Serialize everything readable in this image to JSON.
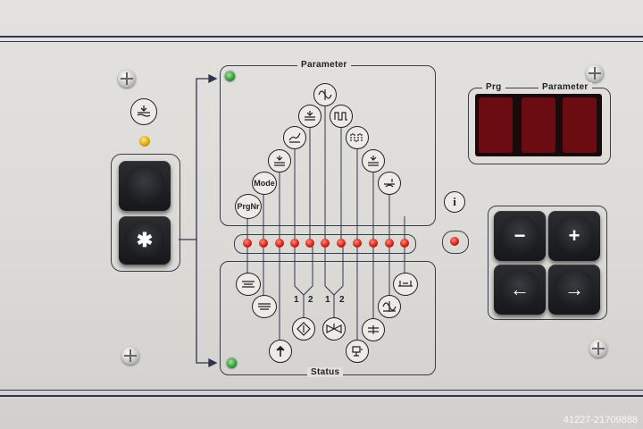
{
  "panel": {
    "parameter_label": "Parameter",
    "status_label": "Status",
    "display": {
      "prg_label": "Prg",
      "parameter_label": "Parameter",
      "digits": [
        "",
        "",
        ""
      ]
    },
    "parameter_icons": [
      {
        "name": "prgnr",
        "text": "PrgNr"
      },
      {
        "name": "mode",
        "text": "Mode"
      },
      {
        "name": "feed-down",
        "text": ""
      },
      {
        "name": "ramp",
        "text": ""
      },
      {
        "name": "stroke-down",
        "text": ""
      },
      {
        "name": "sine-wave",
        "text": ""
      },
      {
        "name": "square-wave",
        "text": ""
      },
      {
        "name": "pulse-wave",
        "text": ""
      },
      {
        "name": "press-down",
        "text": ""
      },
      {
        "name": "force-curve",
        "text": ""
      }
    ],
    "status_numbers": [
      "1",
      "2",
      "1",
      "2"
    ],
    "info_glyph": "i",
    "keys": {
      "star": "✱",
      "minus": "−",
      "plus": "+",
      "left": "←",
      "right": "→"
    },
    "watermark": "41227-21709888"
  },
  "colors": {
    "panel": "#e2e0dc",
    "frame": "#2f3550",
    "led_red": "#d01a10",
    "led_green": "#2f9a2f",
    "led_yellow": "#d9a300",
    "display_bg": "#6a0c12"
  }
}
